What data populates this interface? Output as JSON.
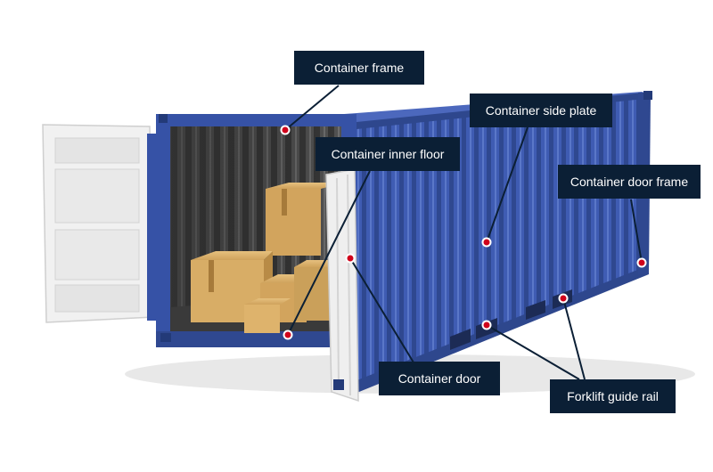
{
  "labels": {
    "container_frame": "Container frame",
    "container_side_plate": "Container side plate",
    "container_inner_floor": "Container inner floor",
    "container_door_frame": "Container door frame",
    "container_door": "Container door",
    "forklift_guide_rail": "Forklift guide rail"
  },
  "colors": {
    "callout_bg": "#0b1f35",
    "callout_text": "#ffffff",
    "marker": "#d0021b",
    "container_blue": "#3a55a8",
    "box_tan": "#c99a52"
  }
}
